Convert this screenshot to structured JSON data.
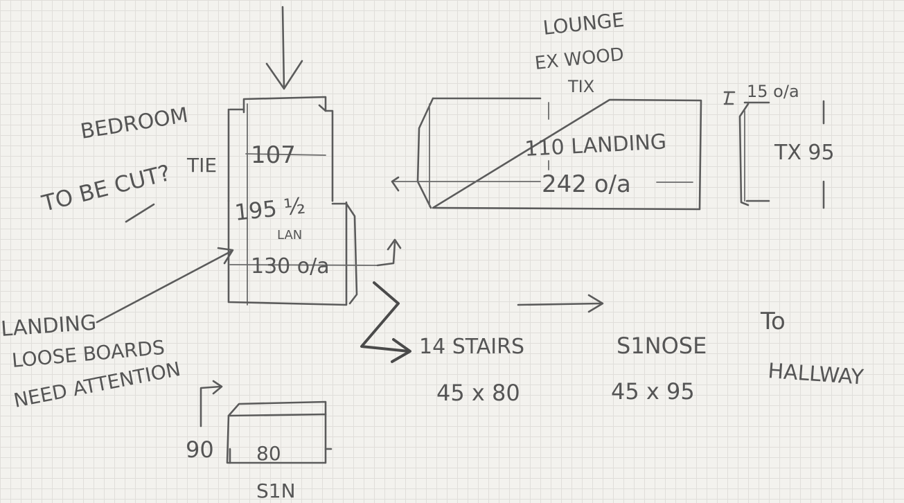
{
  "diagram": {
    "top_left": {
      "bedroom_label": "BEDROOM",
      "tobecut_label": "TO BE CUT?",
      "tie_label": "TIE",
      "width_107": "107",
      "dim_195": "195 ½",
      "lan_label": "LAN",
      "dim_130": "130 o/a"
    },
    "landing_note": {
      "line1": "LANDING",
      "line2": "LOOSE BOARDS",
      "line3": "NEED ATTENTION"
    },
    "bottom_left": {
      "dim_90": "90",
      "dim_80": "80",
      "label": "S1N"
    },
    "top_right": {
      "lounge_line1": "LOUNGE",
      "lounge_line2": "EX WOOD",
      "lounge_line3": "TIX",
      "landing_label": "110 LANDING",
      "dim_242": "242 o/a",
      "dim_15": "15 o/a",
      "dim_95": "TX 95"
    },
    "bottom_row": {
      "stairs_line1": "14 STAIRS",
      "stairs_line2": "45 x 80",
      "nose_line1": "S1NOSE",
      "nose_line2": "45 x 95",
      "to_line1": "To",
      "to_line2": "HALLWAY"
    }
  }
}
